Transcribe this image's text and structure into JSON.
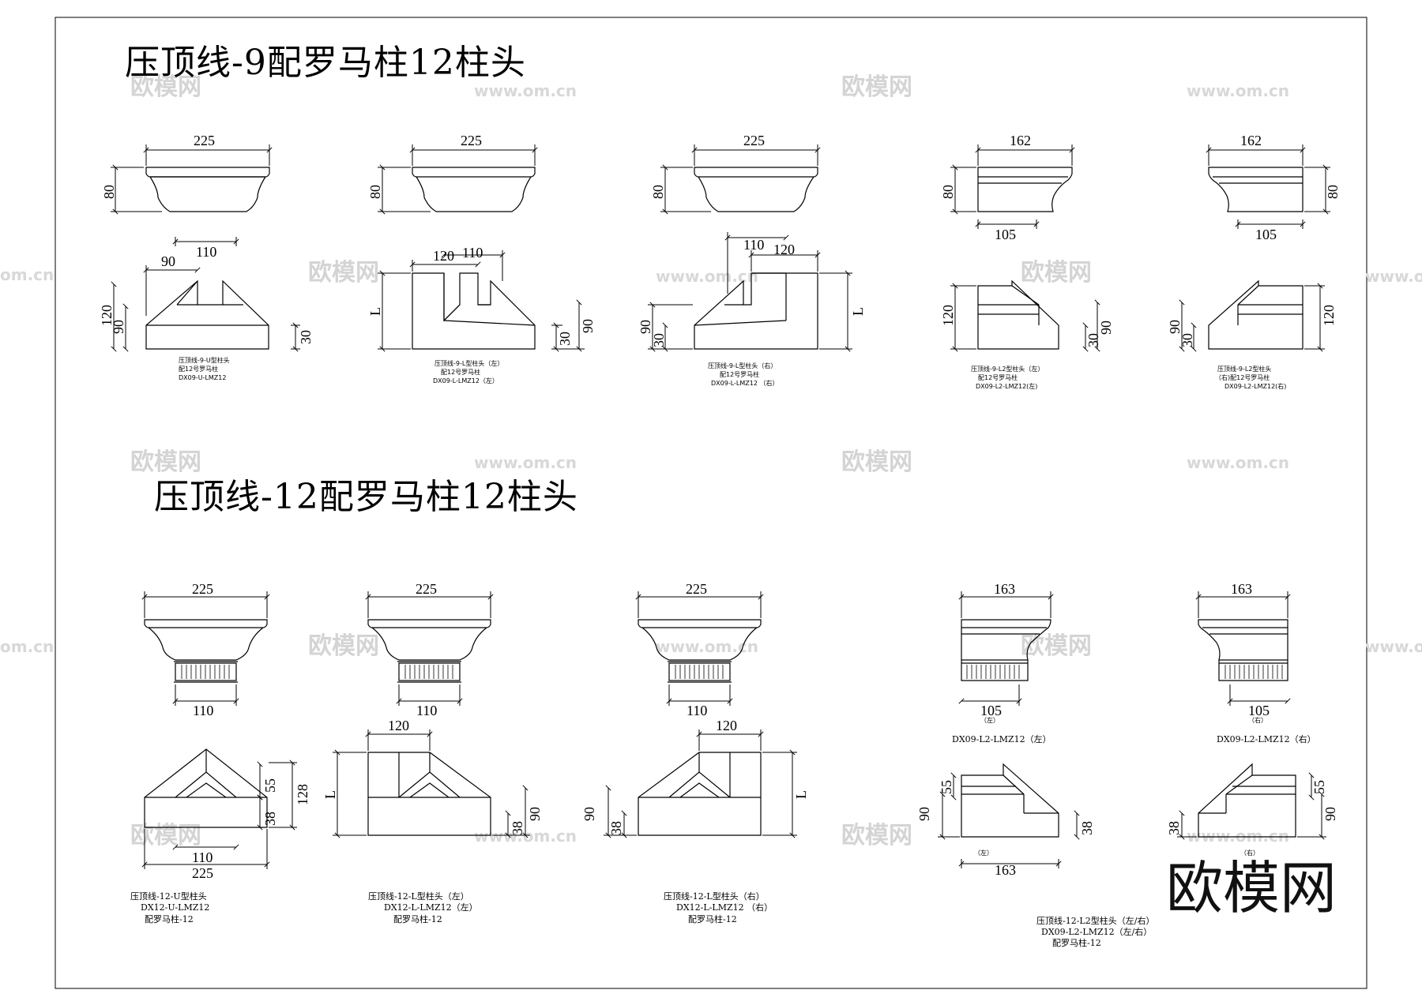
{
  "sheet": {
    "title_top": "压顶线-9配罗马柱12柱头",
    "title_bottom": "压顶线-12配罗马柱12柱头",
    "brand": "欧模网",
    "watermark_text": "欧模网",
    "watermark_url": "www.om.cn",
    "watermark_url_partial": "om.cn"
  },
  "row1": [
    {
      "width": "225",
      "height": "80",
      "base": "110",
      "plan_top": "90",
      "plan_left_outer": "120",
      "plan_left_inner": "90",
      "plan_right": "30",
      "note": [
        "压顶线-9-U型柱头",
        "配12号罗马柱",
        "DX09-U-LMZ12"
      ]
    },
    {
      "width": "225",
      "height": "80",
      "plan_top_left": "120",
      "plan_top_right": "110",
      "plan_left": "L",
      "plan_right_inner": "30",
      "plan_right_outer": "90",
      "note": [
        "压顶线-9-L型柱头（左）",
        "配12号罗马柱",
        "DX09-L-LMZ12（左）"
      ]
    },
    {
      "width": "225",
      "height": "80",
      "plan_top_left": "110",
      "plan_top_right": "120",
      "plan_left_outer": "90",
      "plan_left_inner": "30",
      "plan_right": "L",
      "note": [
        "压顶线-9-L型柱头（右）",
        "配12号罗马柱",
        "DX09-L-LMZ12 （右）"
      ]
    },
    {
      "width": "162",
      "height": "80",
      "base": "105",
      "plan_left": "120",
      "plan_right_inner": "30",
      "plan_right_outer": "90",
      "note": [
        "压顶线-9-L2型柱头（左）",
        "配12号罗马柱",
        "DX09-L2-LMZ12(左)"
      ]
    },
    {
      "width": "162",
      "height": "80",
      "base": "105",
      "plan_left_outer": "90",
      "plan_left_inner": "30",
      "plan_right": "120",
      "note": [
        "压顶线-9-L2型柱头",
        "（右)配12号罗马柱",
        "DX09-L2-LMZ12(右)"
      ]
    }
  ],
  "row2": [
    {
      "width": "225",
      "base": "110",
      "plan_bottom_inner": "110",
      "plan_bottom_outer": "225",
      "plan_right_a": "55",
      "plan_right_b": "38",
      "plan_right_total": "128",
      "note": [
        "压顶线-12-U型柱头",
        "DX12-U-LMZ12",
        "配罗马柱-12"
      ]
    },
    {
      "width": "225",
      "base": "110",
      "plan_top": "120",
      "plan_left": "L",
      "plan_right_inner": "38",
      "plan_right_outer": "90",
      "note": [
        "压顶线-12-L型柱头（左）",
        "DX12-L-LMZ12（左）",
        "配罗马柱-12"
      ]
    },
    {
      "width": "225",
      "base": "110",
      "plan_top": "120",
      "plan_right": "L",
      "plan_left_outer": "90",
      "plan_left_inner": "38",
      "note": [
        "压顶线-12-L型柱头（右）",
        "DX12-L-LMZ12 （右）",
        "配罗马柱-12"
      ]
    },
    {
      "width": "163",
      "base": "105",
      "base_note": "（左）",
      "caption": "DX09-L2-LMZ12（左）",
      "plan_left_outer": "90",
      "plan_left_inner": "55",
      "plan_right": "38",
      "plan_bottom": "163",
      "plan_bottom_note": "（左）"
    },
    {
      "width": "163",
      "base": "105",
      "base_note": "（右）",
      "caption": "DX09-L2-LMZ12（右）",
      "plan_left": "38",
      "plan_right_a": "55",
      "plan_right_b": "90",
      "plan_bottom_note": "（右）",
      "note": [
        "压顶线-12-L2型柱头（左/右）",
        "DX09-L2-LMZ12（左/右）",
        "配罗马柱-12"
      ]
    }
  ]
}
